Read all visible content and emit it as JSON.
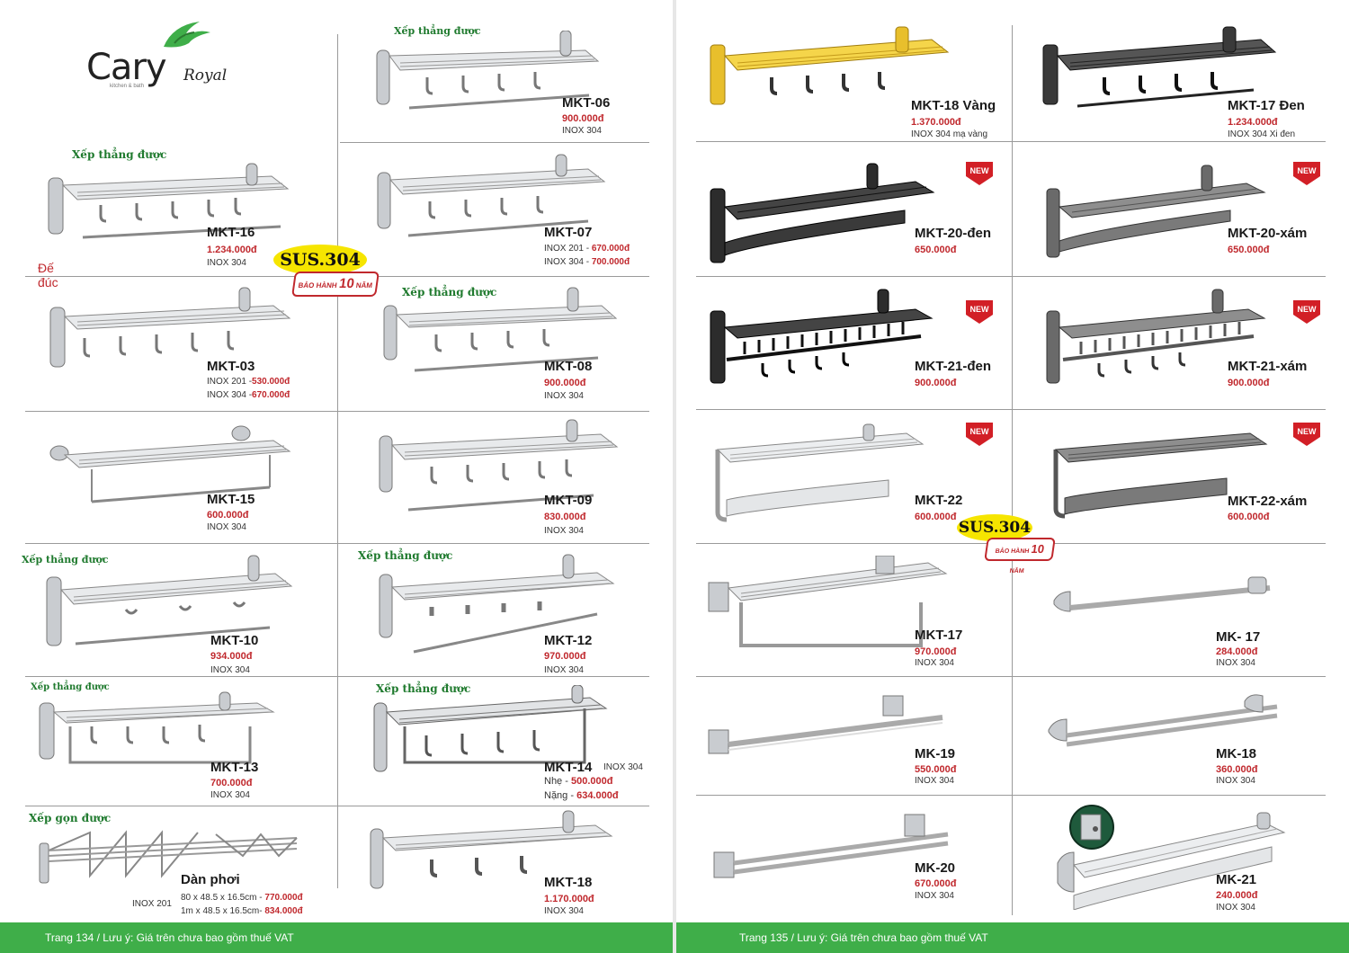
{
  "brand": {
    "name": "Cary",
    "sub": "Royal",
    "tagline": "kitchen & bath"
  },
  "sus": {
    "label": "SUS.304",
    "warranty_prefix": "BẢO HÀNH",
    "warranty_years": "10",
    "warranty_suffix": "NĂM"
  },
  "notes": {
    "fold": "Xếp thẳng được",
    "fold_compact": "Xếp gọn được",
    "cast_base": "Đế đúc",
    "new": "NEW"
  },
  "left": {
    "footer": "Trang 134 / Lưu ý: Giá trên chưa bao gồm thuế VAT",
    "products": [
      {
        "code": "MKT-06",
        "price": "900.000đ",
        "material": "INOX 304"
      },
      {
        "code": "MKT-16",
        "price": "1.234.000đ",
        "material": "INOX 304"
      },
      {
        "code": "MKT-07",
        "m1": "INOX 201 - ",
        "p1": "670.000đ",
        "m2": "INOX 304 - ",
        "p2": "700.000đ"
      },
      {
        "code": "MKT-03",
        "m1": "INOX 201 -",
        "p1": "530.000đ",
        "m2": "INOX 304 -",
        "p2": "670.000đ"
      },
      {
        "code": "MKT-08",
        "price": "900.000đ",
        "material": "INOX 304"
      },
      {
        "code": "MKT-15",
        "price": "600.000đ",
        "material": "INOX 304"
      },
      {
        "code": "MKT-09",
        "price": "830.000đ",
        "material": "INOX 304"
      },
      {
        "code": "MKT-10",
        "price": "934.000đ",
        "material": "INOX 304"
      },
      {
        "code": "MKT-12",
        "price": "970.000đ",
        "material": "INOX 304"
      },
      {
        "code": "MKT-13",
        "price": "700.000đ",
        "material": "INOX 304"
      },
      {
        "code": "MKT-14",
        "material": "INOX 304",
        "m1": "Nhẹ - ",
        "p1": "500.000đ",
        "m2": "Nặng - ",
        "p2": "634.000đ"
      },
      {
        "code": "Dàn phơi",
        "material": "INOX 201",
        "m1": "80 x 48.5 x 16.5cm - ",
        "p1": "770.000đ",
        "m2": "1m x 48.5 x 16.5cm- ",
        "p2": "834.000đ"
      },
      {
        "code": "MKT-18",
        "price": "1.170.000đ",
        "material": "INOX 304"
      }
    ]
  },
  "right": {
    "footer": "Trang 135 / Lưu ý: Giá trên chưa bao gồm thuế VAT",
    "products": [
      {
        "code": "MKT-18 Vàng",
        "price": "1.370.000đ",
        "material": "INOX 304 mạ vàng"
      },
      {
        "code": "MKT-17 Đen",
        "price": "1.234.000đ",
        "material": "INOX 304 Xi đen"
      },
      {
        "code": "MKT-20-đen",
        "price": "650.000đ"
      },
      {
        "code": "MKT-20-xám",
        "price": "650.000đ"
      },
      {
        "code": "MKT-21-đen",
        "price": "900.000đ"
      },
      {
        "code": "MKT-21-xám",
        "price": "900.000đ"
      },
      {
        "code": "MKT-22",
        "price": "600.000đ"
      },
      {
        "code": "MKT-22-xám",
        "price": "600.000đ"
      },
      {
        "code": "MKT-17",
        "price": "970.000đ",
        "material": "INOX 304"
      },
      {
        "code": "MK- 17",
        "price": "284.000đ",
        "material": "INOX 304"
      },
      {
        "code": "MK-19",
        "price": "550.000đ",
        "material": "INOX 304"
      },
      {
        "code": "MK-18",
        "price": "360.000đ",
        "material": "INOX 304"
      },
      {
        "code": "MK-20",
        "price": "670.000đ",
        "material": "INOX 304"
      },
      {
        "code": "MK-21",
        "price": "240.000đ",
        "material": "INOX 304"
      }
    ]
  },
  "colors": {
    "accent_green": "#3fae49",
    "price_red": "#c0282d",
    "badge_yellow": "#f6e500"
  }
}
